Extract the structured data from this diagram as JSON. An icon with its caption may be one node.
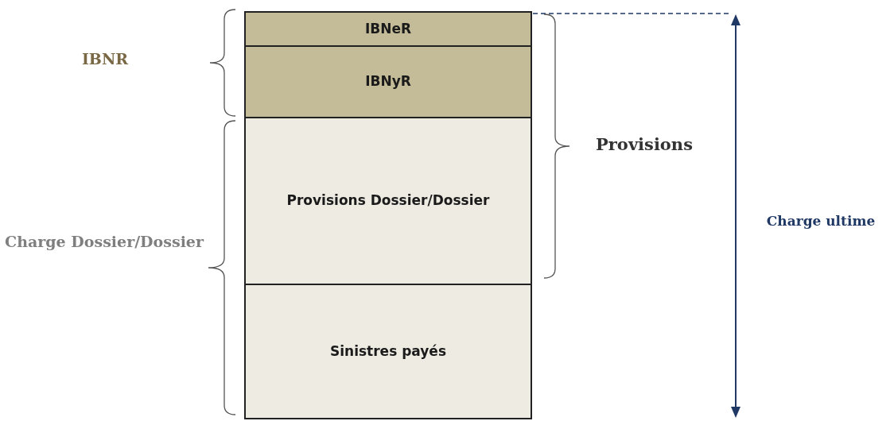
{
  "diagram": {
    "nodes": [
      {
        "text": [
          "IBNeR"
        ]
      },
      {
        "text": [
          "IBNyR"
        ]
      },
      {
        "text": [
          "Provisions Dossier/Dossier"
        ]
      },
      {
        "text": [
          "Sinistres payés"
        ]
      }
    ],
    "labels": [
      "IBNR",
      "Provisions",
      "Charge ultime",
      "Charge Dossier/Dossier"
    ]
  }
}
